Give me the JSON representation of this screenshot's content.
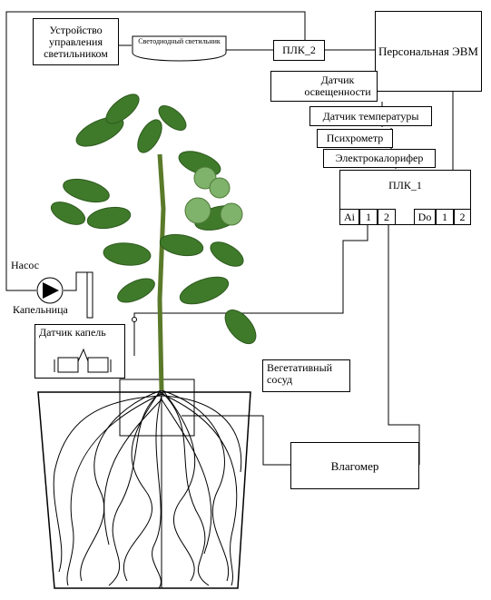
{
  "title_partial": "руктурная схема системы управления питанием растений в вегетационном сосуде на основе принципа",
  "blocks": {
    "lamp_controller": "Устройство управления светильником",
    "led_lamp": "Светодиодный светильник",
    "plc2": "ПЛК_2",
    "pc": "Персональная ЭВМ",
    "light_sensor": "Датчик освещенности",
    "temp_sensor": "Датчик температуры",
    "psychrometer": "Психрометр",
    "heater": "Электрокалорифер",
    "plc1": "ПЛК_1",
    "drop_sensor": "Датчик капель",
    "vessel": "Вегетативный сосуд",
    "moisture_meter": "Влагомер"
  },
  "plc1_ports": {
    "ai": "Ai",
    "ai1": "1",
    "ai2": "2",
    "do": "Do",
    "do1": "1",
    "do2": "2"
  },
  "labels": {
    "pump": "Насос",
    "dropper": "Капельница"
  }
}
